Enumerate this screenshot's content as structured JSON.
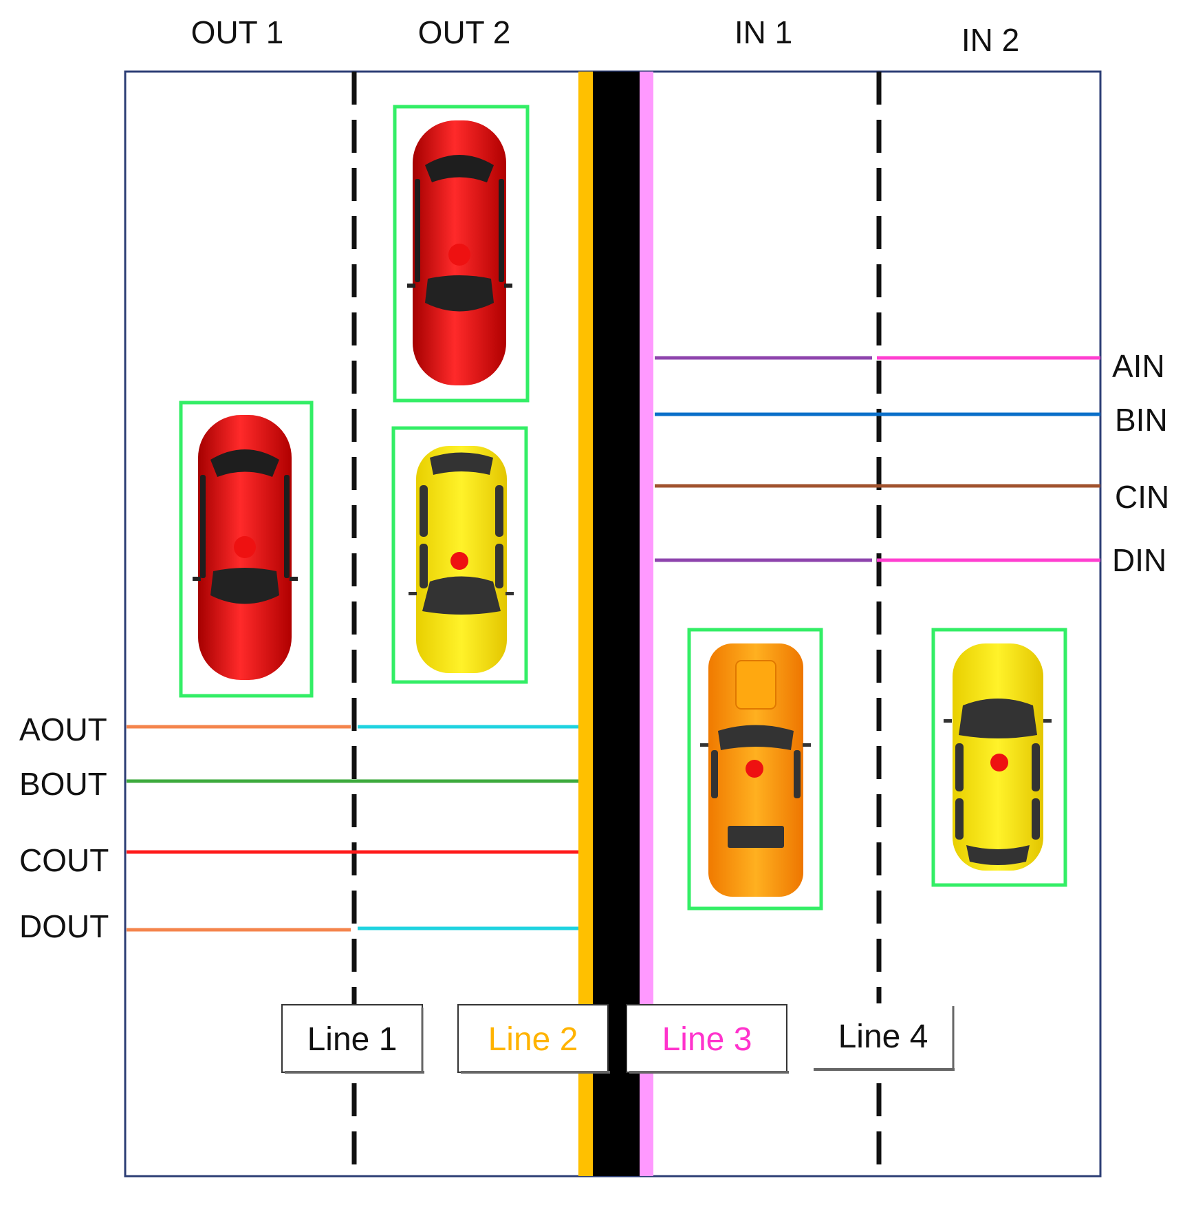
{
  "lane_headers": [
    "OUT 1",
    "OUT 2",
    "IN 1",
    "IN 2"
  ],
  "line_labels": [
    "Line 1",
    "Line 2",
    "Line 3",
    "Line 4"
  ],
  "out_lines": [
    "AOUT",
    "BOUT",
    "COUT",
    "DOUT"
  ],
  "in_lines": [
    "AIN",
    "BIN",
    "CIN",
    "DIN"
  ],
  "colors": {
    "median": "#000000",
    "line2_yellow": "#FFC000",
    "line3_pink": "#FF99FF",
    "bbox_green": "#33EE66",
    "line2_text": "#FFB300",
    "line3_text": "#FF33CC",
    "aout_left": "#F4844C",
    "aout_right": "#1FD3E0",
    "bout": "#3DAA3D",
    "cout": "#FF1A1A",
    "ain_left": "#8E44AD",
    "ain_right": "#FF3FD0",
    "bin": "#0A6FC9",
    "cin": "#A0522D"
  },
  "cars": [
    "red-car",
    "red-car",
    "yellow-car",
    "orange-car",
    "yellow-car"
  ]
}
